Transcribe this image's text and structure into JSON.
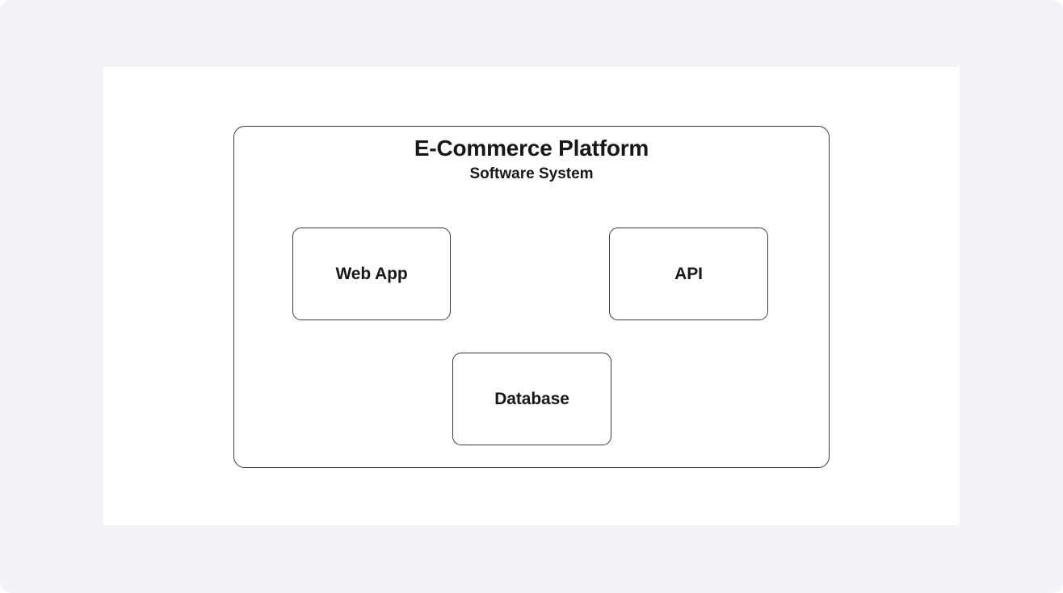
{
  "page": {
    "background_color": "#f1f3f8",
    "canvas_color": "#ffffff"
  },
  "diagram": {
    "type": "c4-container-diagram",
    "stroke_color": "#3a3a4a",
    "text_color": "#181818",
    "system": {
      "title": "E-Commerce Platform",
      "subtitle": "Software System"
    },
    "containers": [
      {
        "id": "webapp",
        "label": "Web App"
      },
      {
        "id": "api",
        "label": "API"
      },
      {
        "id": "database",
        "label": "Database"
      }
    ]
  }
}
